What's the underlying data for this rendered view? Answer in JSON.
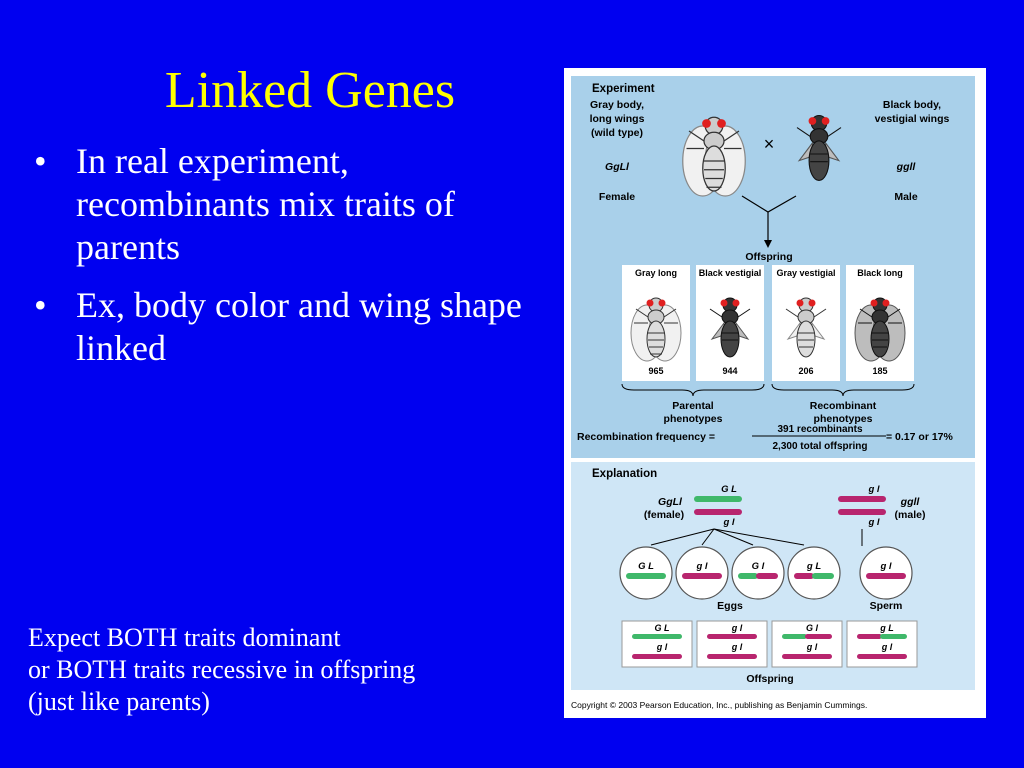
{
  "slide": {
    "title": "Linked Genes",
    "bullets": [
      "In real experiment, recombinants mix traits of parents",
      "Ex, body color and wing shape linked"
    ],
    "note_lines": [
      "Expect BOTH traits dominant",
      "or BOTH traits recessive in offspring",
      "(just like parents)"
    ]
  },
  "figure": {
    "experiment_label": "Experiment",
    "female": {
      "desc": [
        "Gray body,",
        "long wings",
        "(wild type)"
      ],
      "genotype": "GgLl",
      "sex": "Female"
    },
    "male": {
      "desc": [
        "Black body,",
        "vestigial wings"
      ],
      "genotype": "ggll",
      "sex": "Male"
    },
    "cross_symbol": "×",
    "offspring_label": "Offspring",
    "offspring": [
      {
        "label": "Gray long",
        "count": "965"
      },
      {
        "label": "Black vestigial",
        "count": "944"
      },
      {
        "label": "Gray vestigial",
        "count": "206"
      },
      {
        "label": "Black long",
        "count": "185"
      }
    ],
    "parental_label": [
      "Parental",
      "phenotypes"
    ],
    "recombinant_label": [
      "Recombinant",
      "phenotypes"
    ],
    "recomb_freq_label": "Recombination frequency =",
    "recomb_numerator": "391 recombinants",
    "recomb_denominator": "2,300 total offspring",
    "recomb_result": "= 0.17 or 17%",
    "explanation_label": "Explanation",
    "female_genotype": "GgLl",
    "female_sex": "(female)",
    "male_genotype": "ggll",
    "male_sex": "(male)",
    "allele_top": "G L",
    "allele_bottom": "g l",
    "egg_alleles": [
      "G L",
      "g l",
      "G l",
      "g L"
    ],
    "sperm_allele": "g l",
    "eggs_label": "Eggs",
    "sperm_label": "Sperm",
    "offspring_pairs": [
      {
        "top": "G L",
        "bottom": "g l"
      },
      {
        "top": "g l",
        "bottom": "g l"
      },
      {
        "top": "G l",
        "bottom": "g l"
      },
      {
        "top": "g L",
        "bottom": "g l"
      }
    ],
    "offspring_bottom_label": "Offspring",
    "copyright": "Copyright © 2003 Pearson Education, Inc., publishing as Benjamin Cummings.",
    "colors": {
      "panel": "#a9d0ea",
      "panel2": "#cfe6f6",
      "green": "#3fb86a",
      "magenta": "#b8256e"
    }
  }
}
